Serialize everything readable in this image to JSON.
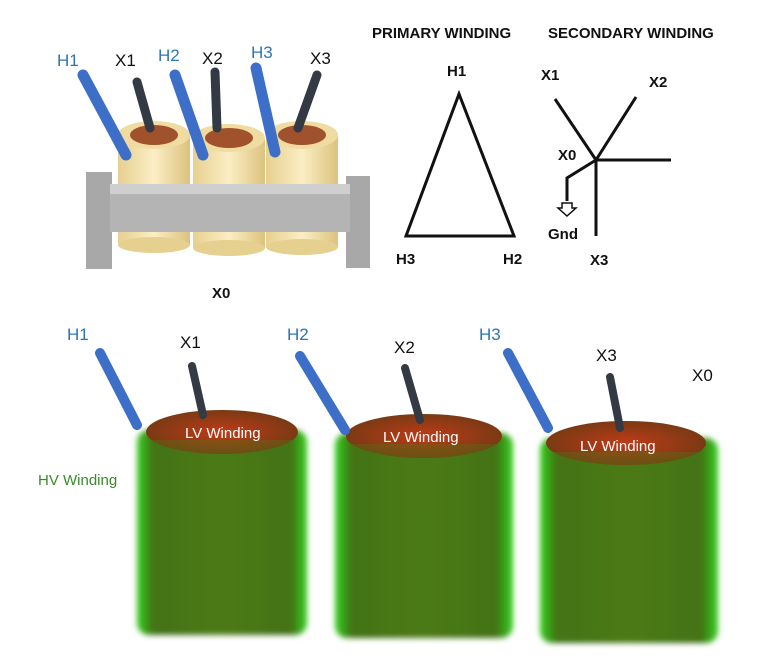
{
  "top_model": {
    "labels": {
      "h1": "H1",
      "x1": "X1",
      "h2": "H2",
      "x2": "X2",
      "h3": "H3",
      "x3": "X3",
      "x0": "X0"
    }
  },
  "primary": {
    "title": "PRIMARY WINDING",
    "h1": "H1",
    "h2": "H2",
    "h3": "H3"
  },
  "secondary": {
    "title": "SECONDARY WINDING",
    "x1": "X1",
    "x2": "X2",
    "x3": "X3",
    "x0": "X0",
    "gnd": "Gnd"
  },
  "bottom_model": {
    "labels": {
      "h1": "H1",
      "x1": "X1",
      "h2": "H2",
      "x2": "X2",
      "h3": "H3",
      "x3": "X3",
      "x0": "X0"
    },
    "hv_label": "HV Winding",
    "lv_label": "LV Winding"
  },
  "colors": {
    "hv_terminal": "#4472c4",
    "lv_terminal": "#333a44",
    "hv_winding": "#3fbf2a",
    "lv_winding": "#a03a1a",
    "bobbin": "#f3e2ae",
    "core": "#b0b0b0"
  }
}
